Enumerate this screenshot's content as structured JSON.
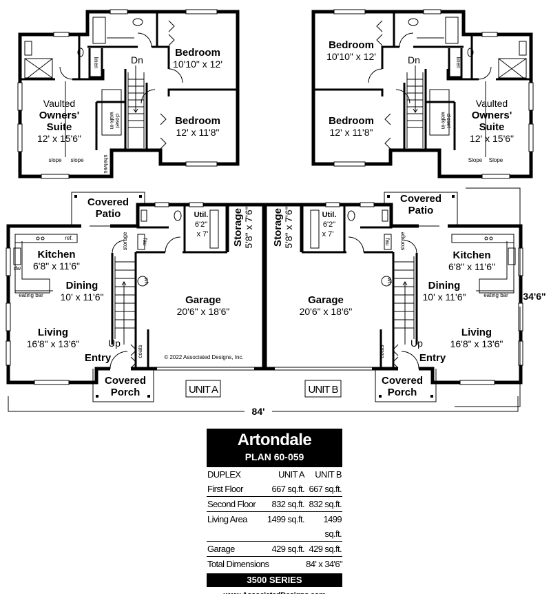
{
  "second_floor": {
    "unit_a": {
      "owners_suite": {
        "line1": "Vaulted",
        "line2": "Owners'",
        "line3": "Suite",
        "size": "12' x 15'6\""
      },
      "bedroom_1": {
        "name": "Bedroom",
        "size": "10'10\" x 12'"
      },
      "bedroom_2": {
        "name": "Bedroom",
        "size": "12' x 11'8\""
      },
      "stairs": "Dn",
      "linen": "linen",
      "walk_in_closet": {
        "line1": "walk-in",
        "line2": "closet"
      },
      "shelves": "shelves",
      "slope_left": "slope",
      "slope_right": "slope"
    },
    "unit_b": {
      "owners_suite": {
        "line1": "Vaulted",
        "line2": "Owners'",
        "line3": "Suite",
        "size": "12' x 15'6\""
      },
      "bedroom_1": {
        "name": "Bedroom",
        "size": "10'10\" x 12'"
      },
      "bedroom_2": {
        "name": "Bedroom",
        "size": "12' x 11'8\""
      },
      "stairs": "Dn",
      "linen": "linen",
      "walk_in_closet": {
        "line1": "walk-in",
        "line2": "closet"
      },
      "slope_left": "Slope",
      "slope_right": "Slope"
    }
  },
  "first_floor": {
    "unit_a": {
      "label": "UNIT A",
      "covered_patio": {
        "line1": "Covered",
        "line2": "Patio"
      },
      "kitchen": {
        "name": "Kitchen",
        "size": "6'8\" x 11'6\""
      },
      "dining": {
        "name": "Dining",
        "size": "10' x 11'6\""
      },
      "living": {
        "name": "Living",
        "size": "16'8\" x 13'6\""
      },
      "garage": {
        "name": "Garage",
        "size": "20'6\" x 18'6\""
      },
      "storage": {
        "name": "Storage",
        "size": "5'8\" x 7'6\""
      },
      "util": {
        "name": "Util.",
        "size1": "6'2\"",
        "size2": "x 7'"
      },
      "covered_porch": {
        "line1": "Covered",
        "line2": "Porch"
      },
      "entry": "Entry",
      "up": "Up",
      "stair_storage": "storage",
      "fau": "fau",
      "wh": "wh",
      "coats": "coats",
      "ref": "ref.",
      "dw": "dw",
      "eating_bar": "eating bar",
      "copyright": "© 2022 Associated Designs, Inc."
    },
    "unit_b": {
      "label": "UNIT B",
      "covered_patio": {
        "line1": "Covered",
        "line2": "Patio"
      },
      "kitchen": {
        "name": "Kitchen",
        "size": "6'8\" x 11'6\""
      },
      "dining": {
        "name": "Dining",
        "size": "10' x 11'6\""
      },
      "living": {
        "name": "Living",
        "size": "16'8\" x 13'6\""
      },
      "garage": {
        "name": "Garage",
        "size": "20'6\" x 18'6\""
      },
      "storage": {
        "name": "Storage",
        "size": "5'8\" x 7'6\""
      },
      "util": {
        "name": "Util.",
        "size1": "6'2\"",
        "size2": "x 7'"
      },
      "covered_porch": {
        "line1": "Covered",
        "line2": "Porch"
      },
      "entry": "Entry",
      "up": "Up",
      "stair_storage": "storage",
      "fau": "fau",
      "wh": "wh",
      "coats": "coats",
      "eating_bar": "eating bar"
    },
    "width_dimension": "84'",
    "depth_dimension": "34'6\""
  },
  "info": {
    "name": "Artondale",
    "plan": "PLAN 60-059",
    "headers": [
      "DUPLEX",
      "UNIT A",
      "UNIT B"
    ],
    "rows": [
      {
        "label": "First Floor",
        "a": "667 sq.ft.",
        "b": "667 sq.ft."
      },
      {
        "label": "Second Floor",
        "a": "832 sq.ft.",
        "b": "832 sq.ft."
      },
      {
        "label": "Living Area",
        "a": "1499 sq.ft.",
        "b": "1499 sq.ft."
      },
      {
        "label": "Garage",
        "a": "429 sq.ft.",
        "b": "429 sq.ft."
      }
    ],
    "total_label": "Total Dimensions",
    "total_value": "84' x 34'6\"",
    "series": "3500 SERIES",
    "website": "www.AssociatedDesigns.com"
  }
}
